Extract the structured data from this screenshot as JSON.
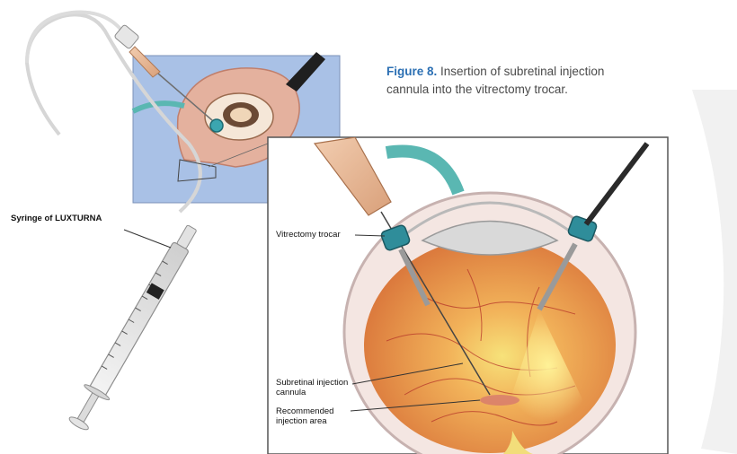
{
  "caption": {
    "figure_label": "Figure 8.",
    "line1": "Insertion of subretinal injection",
    "line2": "cannula into the vitrectomy trocar."
  },
  "labels": {
    "syringe": "Syringe of LUXTURNA",
    "trocar": "Vitrectomy trocar",
    "cannula_line1": "Subretinal injection",
    "cannula_line2": "cannula",
    "area_line1": "Recommended",
    "area_line2": "injection area"
  },
  "colors": {
    "panel_blue": "#a9c1e6",
    "skin": "#e8b49e",
    "teal": "#5ab7b2",
    "retina": "#e89a4a",
    "trocar": "#2f8d9a"
  }
}
